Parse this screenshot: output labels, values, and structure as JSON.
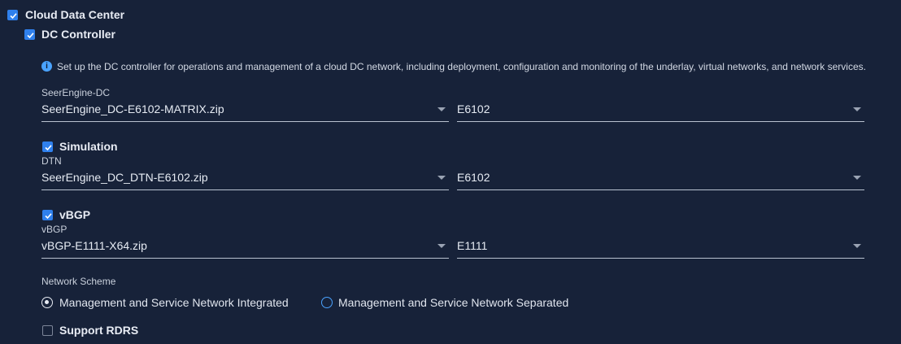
{
  "cloud_dc": {
    "label": "Cloud Data Center",
    "checked": true
  },
  "dc_controller": {
    "label": "DC Controller",
    "checked": true,
    "info": "Set up the DC controller for operations and management of a cloud DC network, including deployment, configuration and monitoring of the underlay, virtual networks, and network services.",
    "seerengine": {
      "label": "SeerEngine-DC",
      "package": "SeerEngine_DC-E6102-MATRIX.zip",
      "version": "E6102"
    }
  },
  "simulation": {
    "label": "Simulation",
    "checked": true,
    "field_label": "DTN",
    "package": "SeerEngine_DC_DTN-E6102.zip",
    "version": "E6102"
  },
  "vbgp": {
    "label": "vBGP",
    "checked": true,
    "field_label": "vBGP",
    "package": "vBGP-E1111-X64.zip",
    "version": "E1111"
  },
  "network_scheme": {
    "label": "Network Scheme",
    "options": [
      "Management and Service Network Integrated",
      "Management and Service Network Separated"
    ],
    "selected": "Management and Service Network Integrated"
  },
  "support_rdrs": {
    "label": "Support RDRS",
    "checked": false
  },
  "colors": {
    "background": "#172239",
    "accent": "#2f80ed",
    "info": "#4aa3ff"
  }
}
